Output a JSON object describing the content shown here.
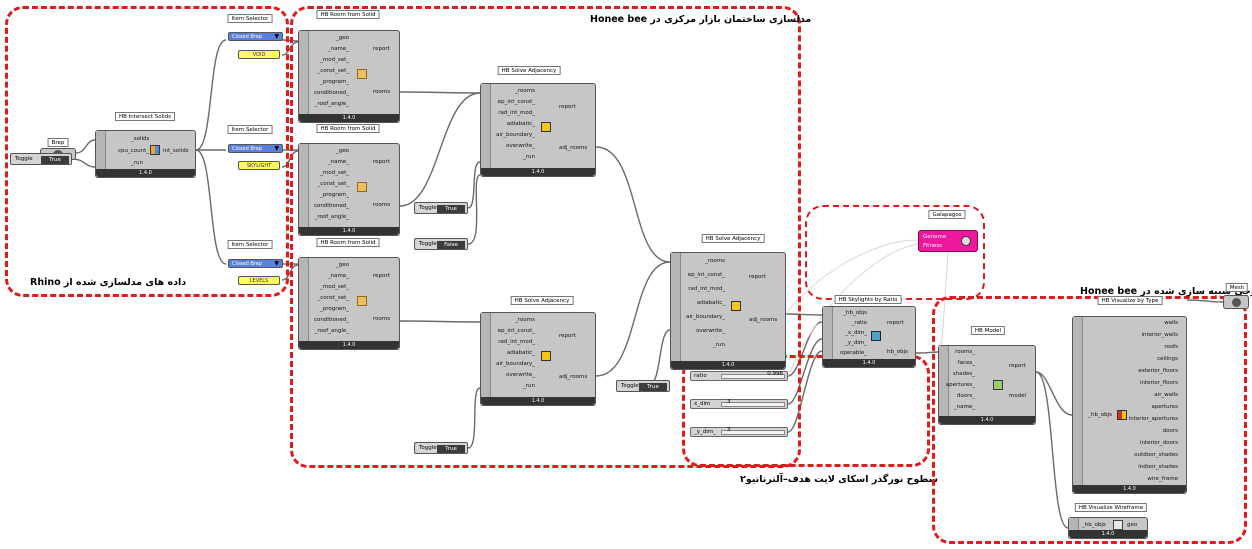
{
  "groups": {
    "rhino_data": "داده های مدلسازی شده از Rhino",
    "honeybee_model": "مدلسازی ساختمان بازار مرکزی در Honee bee",
    "skylight": "سطوح نورگذر اسکای لایت هدف–آلترناتیو۲",
    "output": "خروجی شبیه سازی شده در Honee bee"
  },
  "brep": {
    "title": "Brep"
  },
  "intersect": {
    "title": "HB Intersect Solids",
    "in": [
      "_solids",
      "cpu_count_",
      "_run"
    ],
    "out": [
      "int_solids"
    ],
    "version": "1.4.0"
  },
  "toggle1": {
    "label": "Toggle",
    "value": "True"
  },
  "selectors": [
    {
      "title": "Item Selector",
      "item": "Closed Brep",
      "value": "VOID"
    },
    {
      "title": "Item Selector",
      "item": "Closed Brep",
      "value": "SKYLIGHT"
    },
    {
      "title": "Item Selector",
      "item": "Closed Brep",
      "value": "LEVELS"
    }
  ],
  "rooms": [
    {
      "title": "HB Room from Solid",
      "in": [
        "_geo",
        "_name_",
        "_mod_set_",
        "_const_set_",
        "_program_",
        "conditioned_",
        "_roof_angle_"
      ],
      "out": [
        "report",
        "rooms"
      ],
      "version": "1.4.0"
    },
    {
      "title": "HB Room from Solid",
      "in": [
        "_geo",
        "_name_",
        "_mod_set_",
        "_const_set_",
        "_program_",
        "conditioned_",
        "_roof_angle_"
      ],
      "out": [
        "report",
        "rooms"
      ],
      "version": "1.4.0"
    },
    {
      "title": "HB Room from Solid",
      "in": [
        "_geo",
        "_name_",
        "_mod_set_",
        "_const_set_",
        "_program_",
        "conditioned_",
        "_roof_angle_"
      ],
      "out": [
        "report",
        "rooms"
      ],
      "version": "1.4.0"
    }
  ],
  "adj": [
    {
      "title": "HB Solve Adjacency",
      "in": [
        "_rooms",
        "ep_int_const_",
        "rad_int_mod_",
        "adiabatic_",
        "air_boundary_",
        "overwrite_",
        "_run"
      ],
      "out": [
        "report",
        "adj_rooms"
      ],
      "version": "1.4.0"
    },
    {
      "title": "HB Solve Adjacency",
      "in": [
        "_rooms",
        "ep_int_const_",
        "rad_int_mod_",
        "adiabatic_",
        "air_boundary_",
        "overwrite_",
        "_run"
      ],
      "out": [
        "report",
        "adj_rooms"
      ],
      "version": "1.4.0"
    },
    {
      "title": "HB Solve Adjacency",
      "in": [
        "_rooms",
        "ep_int_const_",
        "rad_int_mod_",
        "adiabatic_",
        "air_boundary_",
        "overwrite_",
        "_run"
      ],
      "out": [
        "report",
        "adj_rooms"
      ],
      "version": "1.4.0"
    }
  ],
  "toggles": [
    {
      "label": "Toggle",
      "value": "True"
    },
    {
      "label": "Toggle",
      "value": "False"
    },
    {
      "label": "Toggle",
      "value": "True"
    },
    {
      "label": "Toggle",
      "value": "True"
    }
  ],
  "galapagos": {
    "title": "Galapagos",
    "genome": "Genome",
    "fitness": "Fitness",
    "color": "#f0169e"
  },
  "skylights": {
    "title": "HB Skylights by Ratio",
    "in": [
      "_hb_objs",
      "_ratio",
      "_x_dim_",
      "_y_dim_",
      "operable_"
    ],
    "out": [
      "report",
      "hb_objs"
    ],
    "version": "1.4.0"
  },
  "sliders": [
    {
      "label": "ratio",
      "value": "0.996"
    },
    {
      "label": "x_dim",
      "value": "3"
    },
    {
      "label": "_y_dim_",
      "value": "3"
    }
  ],
  "model": {
    "title": "HB Model",
    "in": [
      "rooms_",
      "faces_",
      "shades_",
      "apertures_",
      "doors_",
      "_name_"
    ],
    "out": [
      "report",
      "model"
    ],
    "version": "1.4.0"
  },
  "visualize": {
    "title": "HB Visualize by Type",
    "in": [
      "_hb_objs"
    ],
    "out": [
      "walls",
      "interior_walls",
      "roofs",
      "ceilings",
      "exterior_floors",
      "interior_floors",
      "air_walls",
      "apertures",
      "interior_apertures",
      "doors",
      "interior_doors",
      "outdoor_shades",
      "indoor_shades",
      "wire_frame"
    ],
    "version": "1.4.0"
  },
  "wireframe": {
    "title": "HB Visualize Wireframe",
    "in": [
      "_hb_objs"
    ],
    "out": [
      "geo"
    ],
    "version": "1.4.0"
  },
  "mesh": {
    "title": "Mesh"
  }
}
